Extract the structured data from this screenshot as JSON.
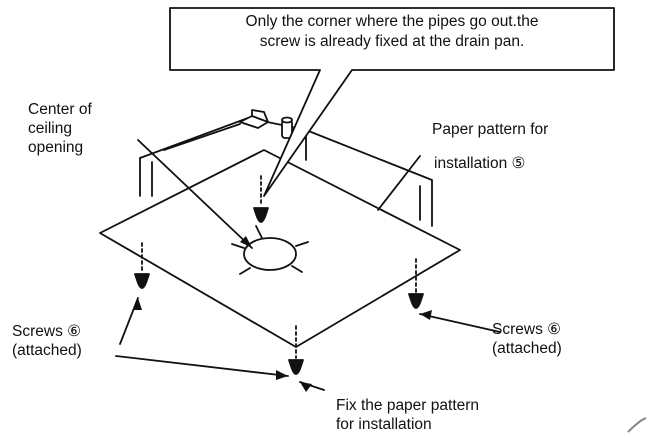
{
  "labels": {
    "callout": "Only the corner where the pipes go out.the\nscrew is already fixed at the drain pan.",
    "center": "Center of\nceiling\nopening",
    "paper_pattern": "Paper pattern for",
    "paper_pattern_line2": "installation ⑤",
    "screws_left": "Screws ⑥\n(attached)",
    "screws_right": "Screws ⑥\n(attached)",
    "fix": "Fix the paper pattern\nfor installation"
  },
  "colors": {
    "ink": "#111111",
    "paper": "#ffffff"
  }
}
